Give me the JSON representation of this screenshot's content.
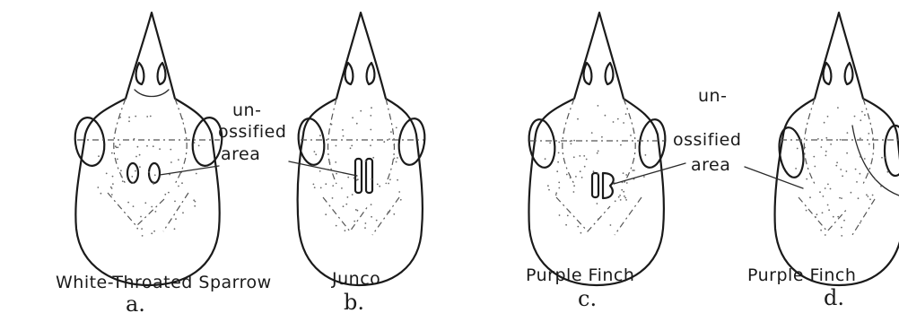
{
  "figures": [
    {
      "id": "a",
      "caption": "White-Throated Sparrow",
      "letter": "a."
    },
    {
      "id": "b",
      "caption": "Junco",
      "letter": "b."
    },
    {
      "id": "c",
      "caption": "Purple Finch",
      "letter": "c."
    },
    {
      "id": "d",
      "caption": "Purple Finch",
      "letter": "d."
    }
  ],
  "callouts": [
    {
      "lines": [
        "un-",
        "ossified",
        "area"
      ]
    },
    {
      "lines": [
        "un-",
        "ossified",
        "area"
      ]
    }
  ]
}
